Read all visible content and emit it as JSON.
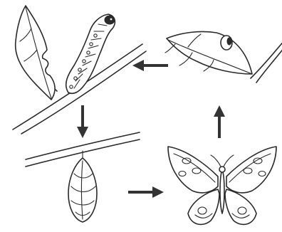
{
  "diagram": {
    "stages": [
      {
        "name": "egg",
        "icon": "egg-on-leaf-icon"
      },
      {
        "name": "caterpillar",
        "icon": "caterpillar-icon"
      },
      {
        "name": "chrysalis",
        "icon": "chrysalis-icon"
      },
      {
        "name": "butterfly",
        "icon": "butterfly-icon"
      }
    ],
    "arrows": [
      {
        "from": "egg",
        "to": "caterpillar",
        "direction": "left"
      },
      {
        "from": "caterpillar",
        "to": "chrysalis",
        "direction": "down"
      },
      {
        "from": "chrysalis",
        "to": "butterfly",
        "direction": "right"
      },
      {
        "from": "butterfly",
        "to": "egg",
        "direction": "up"
      }
    ],
    "colors": {
      "ink": "#2a2a2a",
      "background": "#ffffff",
      "arrow": "#333333"
    }
  }
}
